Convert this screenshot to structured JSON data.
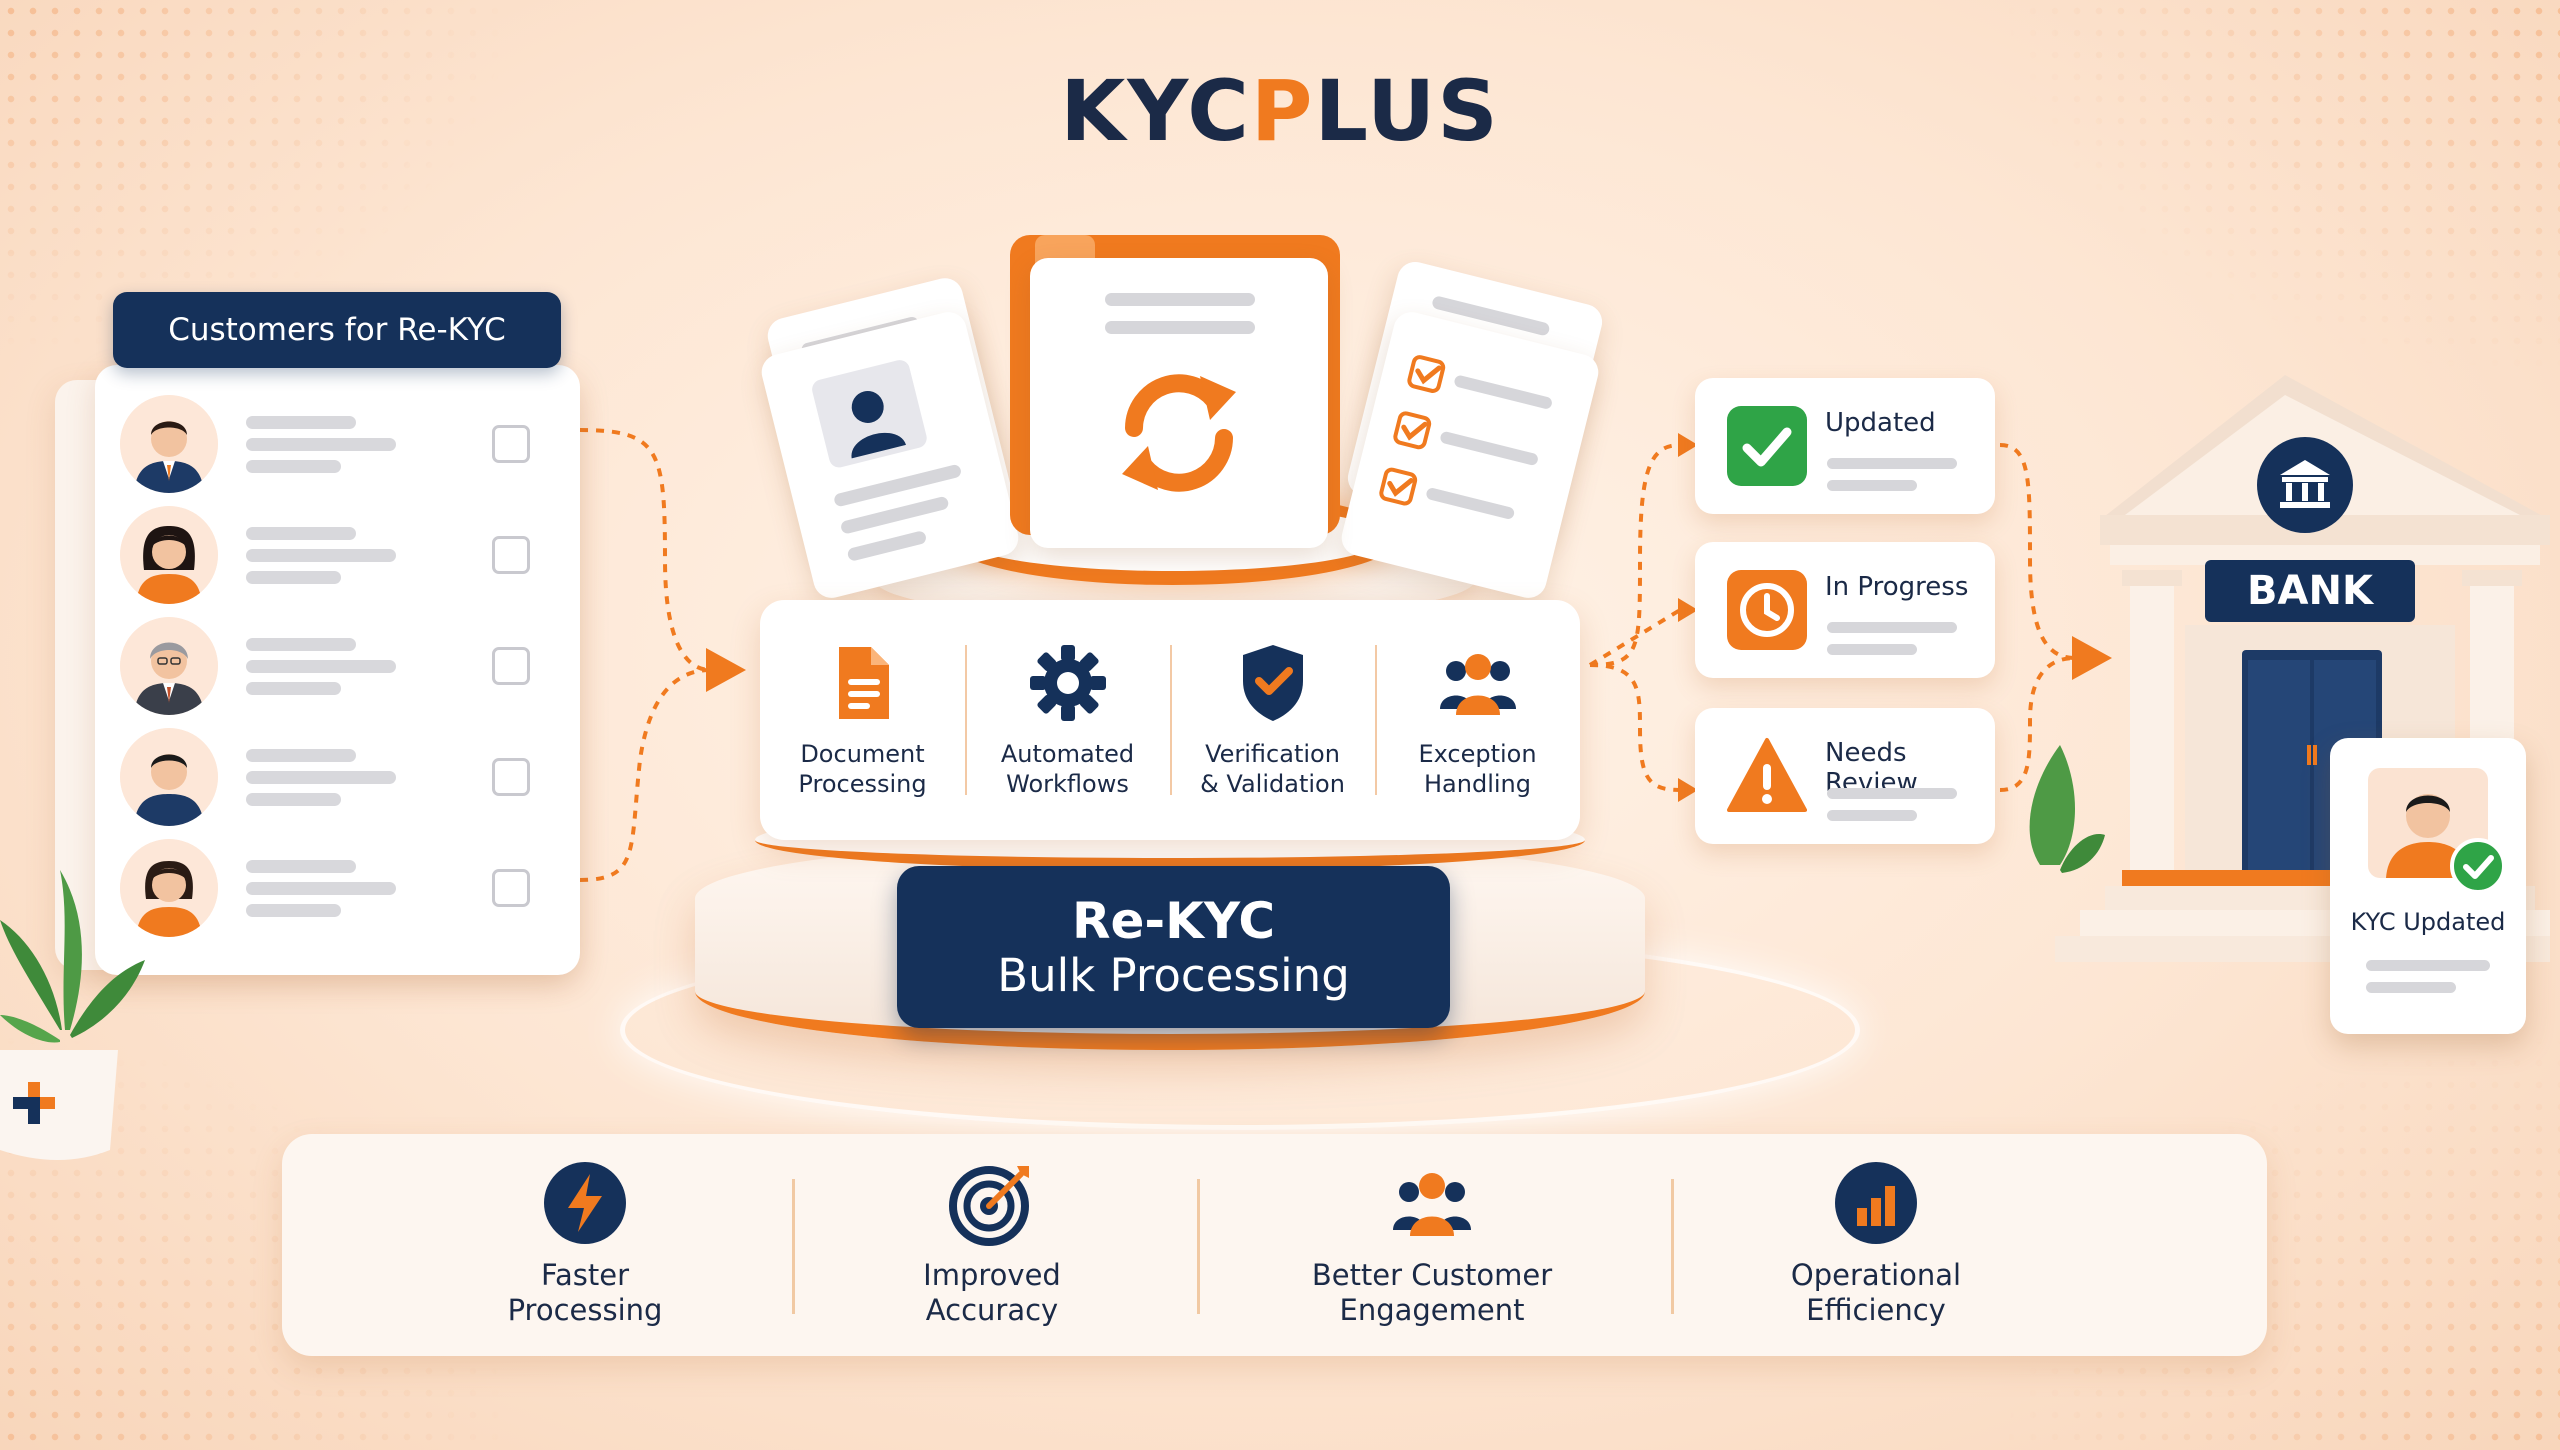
{
  "brand": {
    "logo_prefix": "KYC",
    "logo_mark": "P",
    "logo_suffix": "LUS",
    "colors": {
      "navy": "#15315a",
      "orange": "#f07a1f",
      "green": "#2fa447"
    }
  },
  "customers_panel": {
    "title": "Customers for Re-KYC",
    "rows": [
      {
        "avatar": "man-suit-avatar",
        "checked": false
      },
      {
        "avatar": "woman-avatar",
        "checked": false
      },
      {
        "avatar": "older-man-avatar",
        "checked": false
      },
      {
        "avatar": "man-avatar",
        "checked": false
      },
      {
        "avatar": "woman-orange-avatar",
        "checked": false
      }
    ]
  },
  "processing": {
    "title_line1": "Re-KYC",
    "title_line2": "Bulk Processing",
    "features": [
      {
        "icon": "document-icon",
        "line1": "Document",
        "line2": "Processing"
      },
      {
        "icon": "gear-icon",
        "line1": "Automated",
        "line2": "Workflows"
      },
      {
        "icon": "shield-check-icon",
        "line1": "Verification",
        "line2": "& Validation"
      },
      {
        "icon": "people-icon",
        "line1": "Exception",
        "line2": "Handling"
      }
    ]
  },
  "statuses": [
    {
      "label": "Updated",
      "icon": "check-icon",
      "color": "#2fa447"
    },
    {
      "label": "In Progress",
      "icon": "clock-icon",
      "color": "#f07a1f"
    },
    {
      "label": "Needs Review",
      "icon": "warning-icon",
      "color": "#f07a1f"
    }
  ],
  "bank": {
    "label": "BANK",
    "icon": "bank-icon",
    "kyc_card_label": "KYC Updated"
  },
  "benefits": [
    {
      "icon": "lightning-icon",
      "line1": "Faster",
      "line2": "Processing"
    },
    {
      "icon": "target-icon",
      "line1": "Improved",
      "line2": "Accuracy"
    },
    {
      "icon": "people-icon",
      "line1": "Better Customer",
      "line2": "Engagement"
    },
    {
      "icon": "bar-chart-icon",
      "line1": "Operational",
      "line2": "Efficiency"
    }
  ]
}
